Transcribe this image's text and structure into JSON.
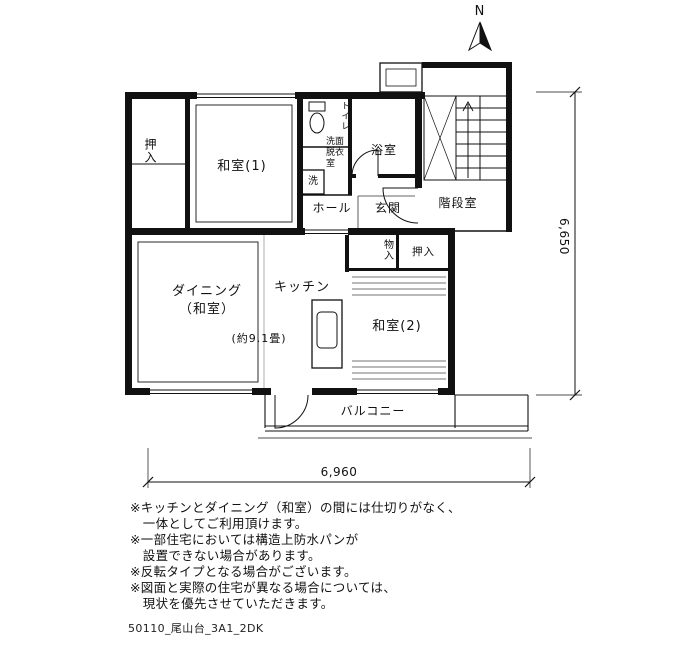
{
  "compass": {
    "label": "N"
  },
  "dimensions": {
    "right": "6,650",
    "bottom": "6,960"
  },
  "rooms": {
    "oshiire_left": "押入",
    "washitsu1": "和室(1)",
    "toilet": "トイレ",
    "senmen_datsuiishitsu": "洗面脱衣室",
    "washer": "洗",
    "bathroom": "浴室",
    "hall": "ホール",
    "genkan": "玄関",
    "kaidanshitsu": "階段室",
    "monoire": "物入",
    "oshiire_right": "押入",
    "dining_line1": "ダイニング",
    "dining_line2": "（和室）",
    "dining_size": "(約9.1畳)",
    "kitchen": "キッチン",
    "washitsu2": "和室(2)",
    "balcony": "バルコニー"
  },
  "notes": [
    {
      "text": "※キッチンとダイニング（和室）の間には仕切りがなく、"
    },
    {
      "text": "　一体としてご利用頂けます。"
    },
    {
      "text": "※一部住宅においては構造上防水パンが"
    },
    {
      "text": "　設置できない場合があります。"
    },
    {
      "text": "※反転タイプとなる場合がございます。"
    },
    {
      "text": "※図面と実際の住宅が異なる場合については、"
    },
    {
      "text": "　現状を優先させていただきます。"
    }
  ],
  "footer": {
    "drawing_id": "50110_尾山台_3A1_2DK"
  }
}
